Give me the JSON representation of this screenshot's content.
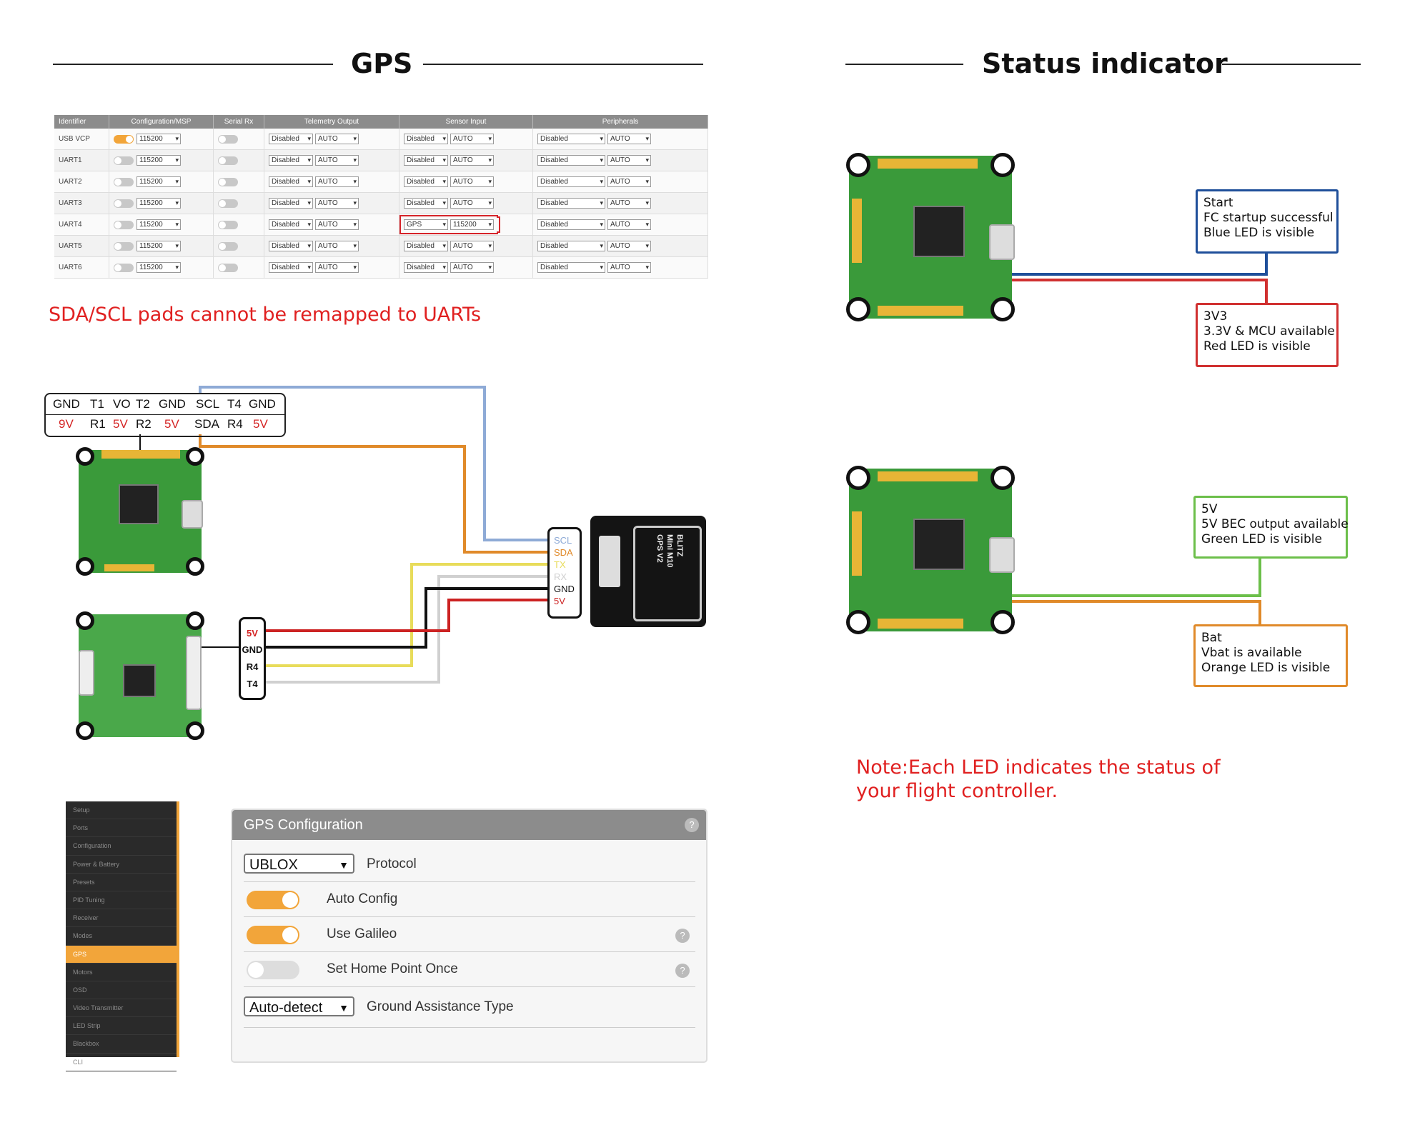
{
  "gps_section": {
    "title": "GPS",
    "ports_table": {
      "headers": [
        "Identifier",
        "Configuration/MSP",
        "Serial Rx",
        "Telemetry Output",
        "Sensor Input",
        "Peripherals"
      ],
      "rows": [
        {
          "id": "USB VCP",
          "msp_on": true,
          "baud": "115200",
          "tele": "Disabled",
          "tele_baud": "AUTO",
          "sensor": "Disabled",
          "sensor_baud": "AUTO",
          "periph": "Disabled",
          "periph_baud": "AUTO"
        },
        {
          "id": "UART1",
          "msp_on": false,
          "baud": "115200",
          "tele": "Disabled",
          "tele_baud": "AUTO",
          "sensor": "Disabled",
          "sensor_baud": "AUTO",
          "periph": "Disabled",
          "periph_baud": "AUTO"
        },
        {
          "id": "UART2",
          "msp_on": false,
          "baud": "115200",
          "tele": "Disabled",
          "tele_baud": "AUTO",
          "sensor": "Disabled",
          "sensor_baud": "AUTO",
          "periph": "Disabled",
          "periph_baud": "AUTO"
        },
        {
          "id": "UART3",
          "msp_on": false,
          "baud": "115200",
          "tele": "Disabled",
          "tele_baud": "AUTO",
          "sensor": "Disabled",
          "sensor_baud": "AUTO",
          "periph": "Disabled",
          "periph_baud": "AUTO"
        },
        {
          "id": "UART4",
          "msp_on": false,
          "baud": "115200",
          "tele": "Disabled",
          "tele_baud": "AUTO",
          "sensor": "GPS",
          "sensor_baud": "115200",
          "periph": "Disabled",
          "periph_baud": "AUTO",
          "highlight": true
        },
        {
          "id": "UART5",
          "msp_on": false,
          "baud": "115200",
          "tele": "Disabled",
          "tele_baud": "AUTO",
          "sensor": "Disabled",
          "sensor_baud": "AUTO",
          "periph": "Disabled",
          "periph_baud": "AUTO"
        },
        {
          "id": "UART6",
          "msp_on": false,
          "baud": "115200",
          "tele": "Disabled",
          "tele_baud": "AUTO",
          "sensor": "Disabled",
          "sensor_baud": "AUTO",
          "periph": "Disabled",
          "periph_baud": "AUTO"
        }
      ]
    },
    "warning": "SDA/SCL pads cannot be remapped to UARTs",
    "pinout": {
      "top": [
        "GND",
        "T1",
        "VO",
        "T2",
        "GND",
        "SCL",
        "T4",
        "GND"
      ],
      "bottom": [
        "9V",
        "R1",
        "5V",
        "R2",
        "5V",
        "SDA",
        "R4",
        "5V"
      ]
    },
    "gps_connector": [
      "SCL",
      "SDA",
      "TX",
      "RX",
      "GND",
      "5V"
    ],
    "fc_connector": [
      "5V",
      "GND",
      "R4",
      "T4"
    ],
    "gps_module_text": [
      "BLITZ",
      "Mini M10",
      "GPS V2"
    ],
    "wire_colors": {
      "scl": "#8eaad6",
      "sda": "#e08a2a",
      "tx": "#e8dc5a",
      "rx": "#d0d0d0",
      "gnd": "#111111",
      "v5": "#cc2222"
    },
    "sidebar": [
      "Setup",
      "Ports",
      "Configuration",
      "Power & Battery",
      "Presets",
      "PID Tuning",
      "Receiver",
      "Modes",
      "GPS",
      "Motors",
      "OSD",
      "Video Transmitter",
      "LED Strip",
      "Blackbox",
      "CLI"
    ],
    "sidebar_active": "GPS",
    "gps_config": {
      "title": "GPS Configuration",
      "protocol_value": "UBLOX",
      "protocol_label": "Protocol",
      "auto_config_label": "Auto Config",
      "auto_config_on": true,
      "galileo_label": "Use Galileo",
      "galileo_on": true,
      "home_label": "Set Home Point Once",
      "home_on": false,
      "assist_value": "Auto-detect",
      "assist_label": "Ground Assistance Type"
    }
  },
  "status_section": {
    "title": "Status indicator",
    "callouts": [
      {
        "lines": [
          "Start",
          "FC startup successful",
          "Blue LED is visible"
        ],
        "color": "#1f4f9a"
      },
      {
        "lines": [
          "3V3",
          "3.3V & MCU available",
          "Red LED is visible"
        ],
        "color": "#d03030"
      },
      {
        "lines": [
          "5V",
          "5V BEC output available",
          "Green LED is visible"
        ],
        "color": "#6cbf4a"
      },
      {
        "lines": [
          "Bat",
          "Vbat is available",
          "Orange LED is visible"
        ],
        "color": "#e08a2a"
      }
    ],
    "note": "Note:Each LED indicates the status of your flight controller."
  }
}
